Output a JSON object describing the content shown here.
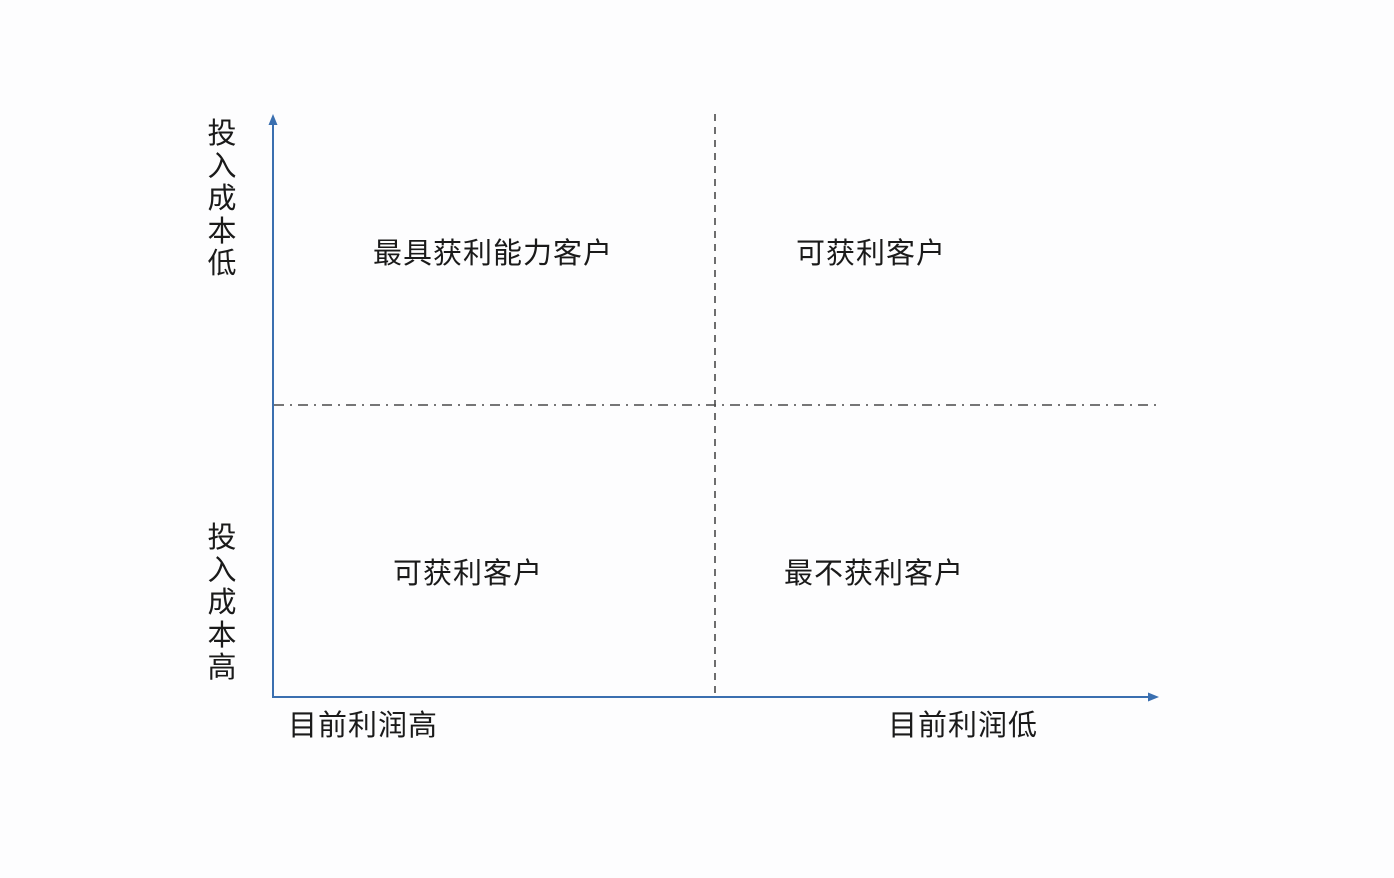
{
  "diagram": {
    "type": "quadrant-matrix",
    "colors": {
      "axis": "#3a6fb0",
      "divider": "#4a4a4a",
      "text": "#1a1a1a",
      "background": "#fdfdfe"
    },
    "y_axis": {
      "top_label": "投入成本低",
      "bottom_label": "投入成本高",
      "top_chars": [
        "投",
        "入",
        "成",
        "本",
        "低"
      ],
      "bottom_chars": [
        "投",
        "入",
        "成",
        "本",
        "高"
      ]
    },
    "x_axis": {
      "left_label": "目前利润高",
      "right_label": "目前利润低"
    },
    "quadrants": {
      "top_left": "最具获利能力客户",
      "top_right": "可获利客户",
      "bottom_left": "可获利客户",
      "bottom_right": "最不获利客户"
    },
    "dividers": {
      "vertical_style": "dashed",
      "horizontal_style": "dash-dot"
    }
  }
}
